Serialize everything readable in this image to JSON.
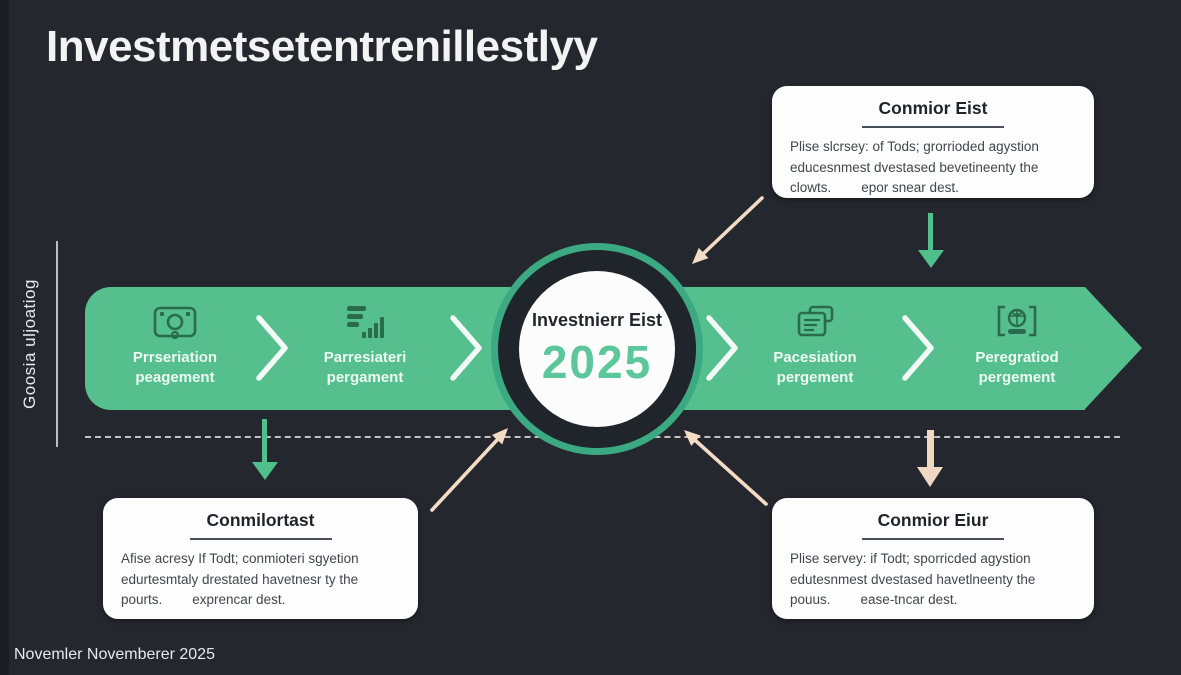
{
  "title": "Investmetsetentrenillestlyy",
  "side_label": "Goosia uljoatiog",
  "footer": "Novemler Novemberer 2025",
  "colors": {
    "background": "#24272d",
    "band_green": "#55c08e",
    "ring_green": "#3ba982",
    "icon_green": "#2a6b4d",
    "year_green": "#5cc79b",
    "cream_arrow": "#f3dcc6",
    "box_white": "#fdfdfd"
  },
  "timeline": {
    "steps": [
      {
        "icon": "banknote-icon",
        "label_line1": "Prrseriation",
        "label_line2": "peagement"
      },
      {
        "icon": "bar-chart-icon",
        "label_line1": "Parresiateri",
        "label_line2": "pergament"
      },
      {
        "icon": "document-icon",
        "label_line1": "Pacesiation",
        "label_line2": "pergement"
      },
      {
        "icon": "globe-user-icon",
        "label_line1": "Peregratiod",
        "label_line2": "pergement"
      }
    ],
    "center": {
      "title": "Investnierr Eist",
      "year": "2025"
    }
  },
  "callouts": {
    "top_right": {
      "title": "Conmior Eist",
      "body": [
        "Plise slcrsey: of Tods; grorrioded agystion",
        "educesnmest dvestased bevetineenty the",
        "clowts.        epor snear dest."
      ]
    },
    "bottom_left": {
      "title": "Conmilortast",
      "body": [
        "Afise acresy If Todt; conmioteri sgyetion",
        "edurtesmtaly drestated havetnesr ty the",
        "pourts.        exprencar dest."
      ]
    },
    "bottom_right": {
      "title": "Conmior Eiur",
      "body": [
        "Plise servey: if Todt; sporricded agystion",
        "edutesnmest dvestased havetlneenty the",
        "pouus.        ease-tncar dest."
      ]
    }
  }
}
